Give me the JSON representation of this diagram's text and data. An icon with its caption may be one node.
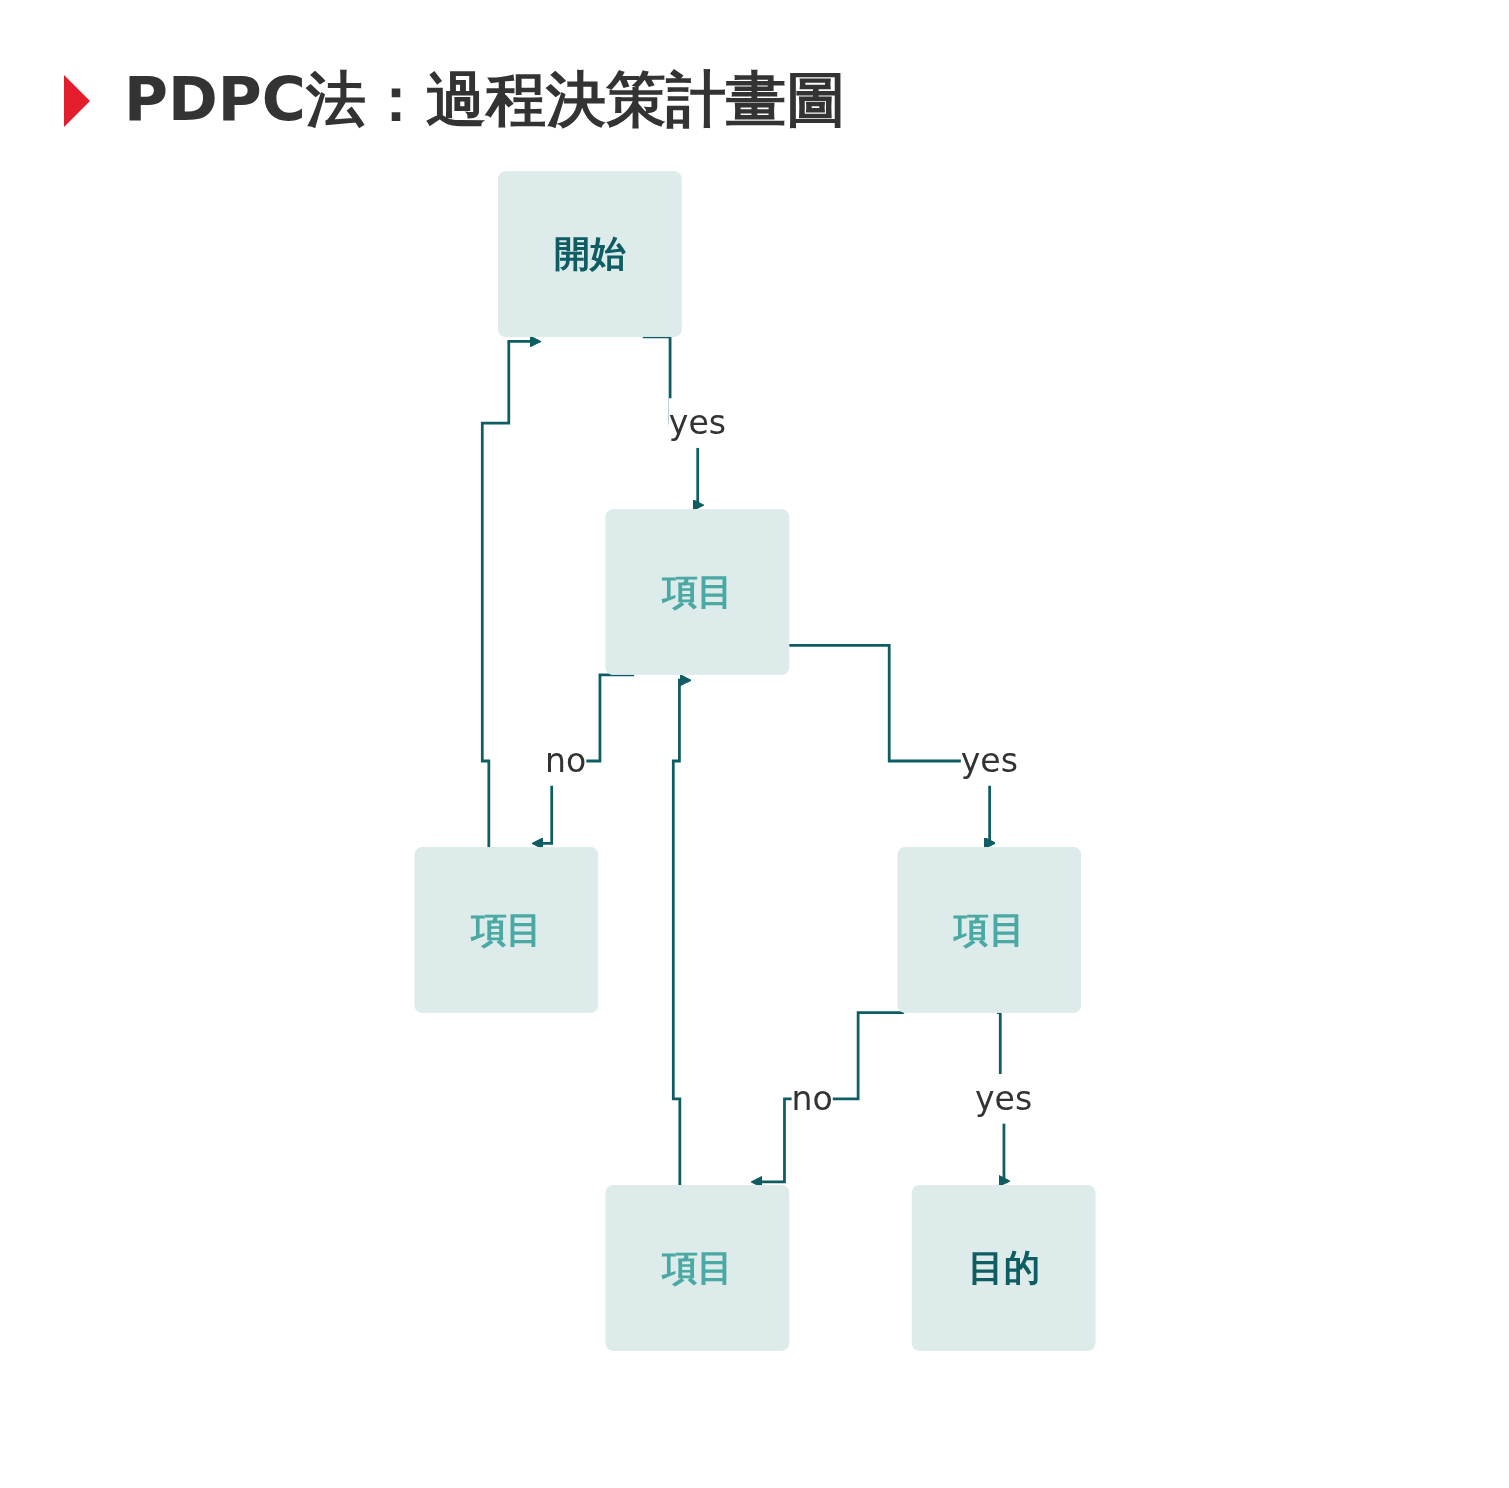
{
  "diagram": {
    "title": "PDPC法：過程決策計畫圖",
    "nodes": [
      {
        "text": [
          "開始"
        ]
      },
      {
        "text": [
          "項目"
        ]
      },
      {
        "text": [
          "項目"
        ]
      },
      {
        "text": [
          "項目"
        ]
      },
      {
        "text": [
          "項目"
        ]
      },
      {
        "text": [
          "目的"
        ]
      }
    ],
    "edges": [
      {
        "from": 0,
        "to": 1,
        "arrow": "to",
        "label": "yes"
      },
      {
        "from": 1,
        "to": 2,
        "arrow": "to",
        "label": "no"
      },
      {
        "from": 2,
        "to": 0,
        "arrow": "to"
      },
      {
        "from": 1,
        "to": 4,
        "arrow": "to",
        "label": "yes"
      },
      {
        "from": 4,
        "to": 3,
        "arrow": "to",
        "label": "no"
      },
      {
        "from": 3,
        "to": 1,
        "arrow": "to"
      },
      {
        "from": 4,
        "to": 5,
        "arrow": "to",
        "label": "yes"
      }
    ]
  }
}
